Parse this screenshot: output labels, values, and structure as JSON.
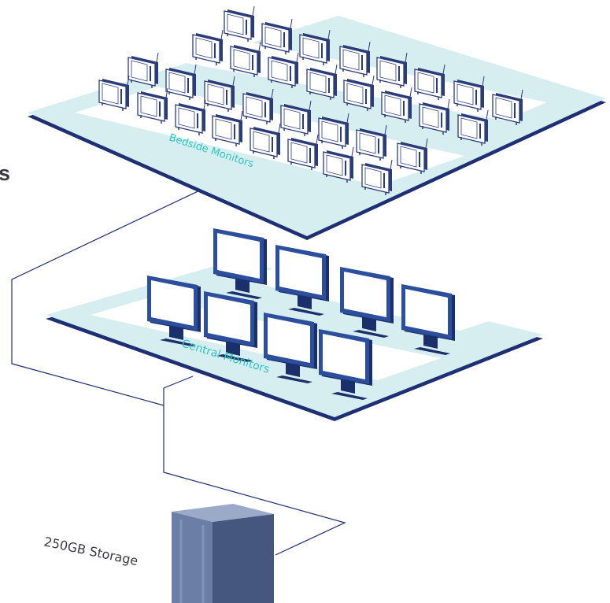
{
  "labels": {
    "bedside": "Bedside Monitors",
    "central": "Central Monitors",
    "storage": "250GB Storage",
    "partial_heading": "s"
  },
  "colors": {
    "platform_fill": "#d6eef0",
    "platform_inner": "#ffffff",
    "platform_edge": "#1e2f73",
    "label_text": "#2ec4c0",
    "monitor_frame": "#2b4f9c",
    "monitor_dark": "#1b2f6b",
    "bedside_body": "#ffffff",
    "bedside_outline": "#2a3c7a",
    "storage_front": "#6b7fa6",
    "storage_side": "#46577f",
    "storage_top": "#9aaac8",
    "wire": "#1e2f73"
  },
  "icons": {
    "bedside_monitor": "bedside-monitor-icon",
    "central_monitor": "central-monitor-icon",
    "storage_server": "storage-server-icon"
  }
}
